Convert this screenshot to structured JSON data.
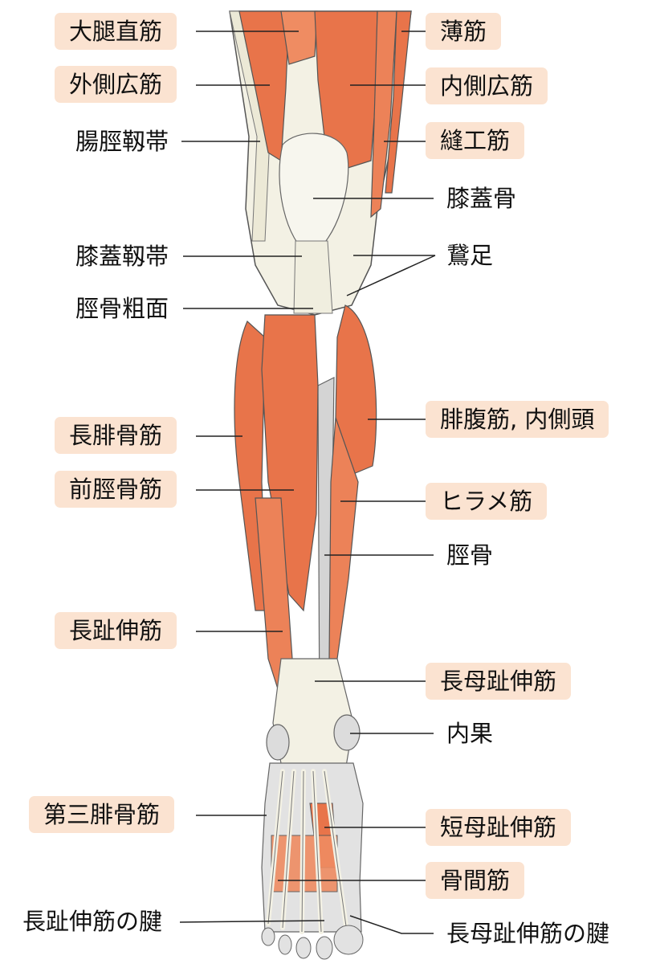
{
  "colors": {
    "label_box": "#fbe3d1",
    "muscle": "#e8744a",
    "muscle_light": "#f2a27e",
    "tendon": "#f3f1e4",
    "bone": "#d4d4d4",
    "leader": "#222222"
  },
  "labels": {
    "rectus_femoris": "大腿直筋",
    "vastus_lateralis": "外側広筋",
    "iliotibial_tract": "腸脛靱帯",
    "patellar_ligament": "膝蓋靱帯",
    "tibial_tuberosity": "脛骨粗面",
    "peroneus_longus": "長腓骨筋",
    "tibialis_anterior": "前脛骨筋",
    "extensor_digitorum_longus": "長趾伸筋",
    "peroneus_tertius": "第三腓骨筋",
    "edl_tendons": "長趾伸筋の腱",
    "gracilis": "薄筋",
    "vastus_medialis": "内側広筋",
    "sartorius": "縫工筋",
    "patella": "膝蓋骨",
    "pes_anserinus": "鵞足",
    "gastrocnemius_medial": "腓腹筋, 内側頭",
    "soleus": "ヒラメ筋",
    "tibia": "脛骨",
    "ehl": "長母趾伸筋",
    "medial_malleolus": "内果",
    "ehb": "短母趾伸筋",
    "interossei": "骨間筋",
    "ehl_tendon": "長母趾伸筋の腱"
  }
}
